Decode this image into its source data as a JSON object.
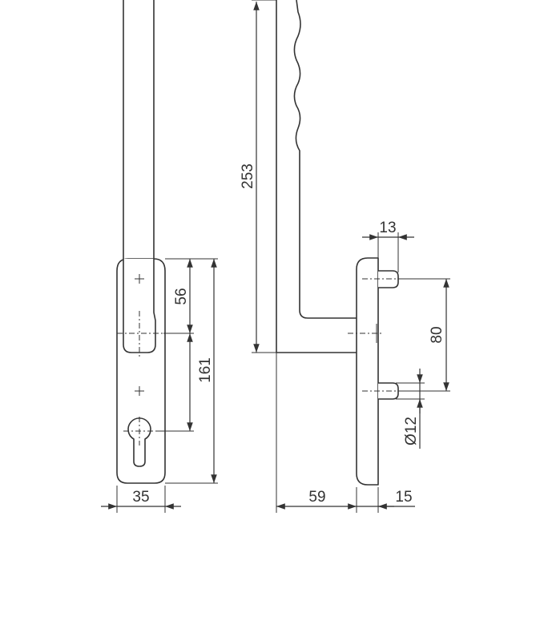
{
  "dimensions": {
    "width_front": "35",
    "spacing_upper": "56",
    "plate_height": "161",
    "overall_height": "253",
    "projection": "59",
    "plate_thickness": "15",
    "screw_length": "13",
    "screw_spacing": "80",
    "screw_diameter": "Ø12"
  },
  "colors": {
    "line": "#333333",
    "background": "#ffffff"
  }
}
